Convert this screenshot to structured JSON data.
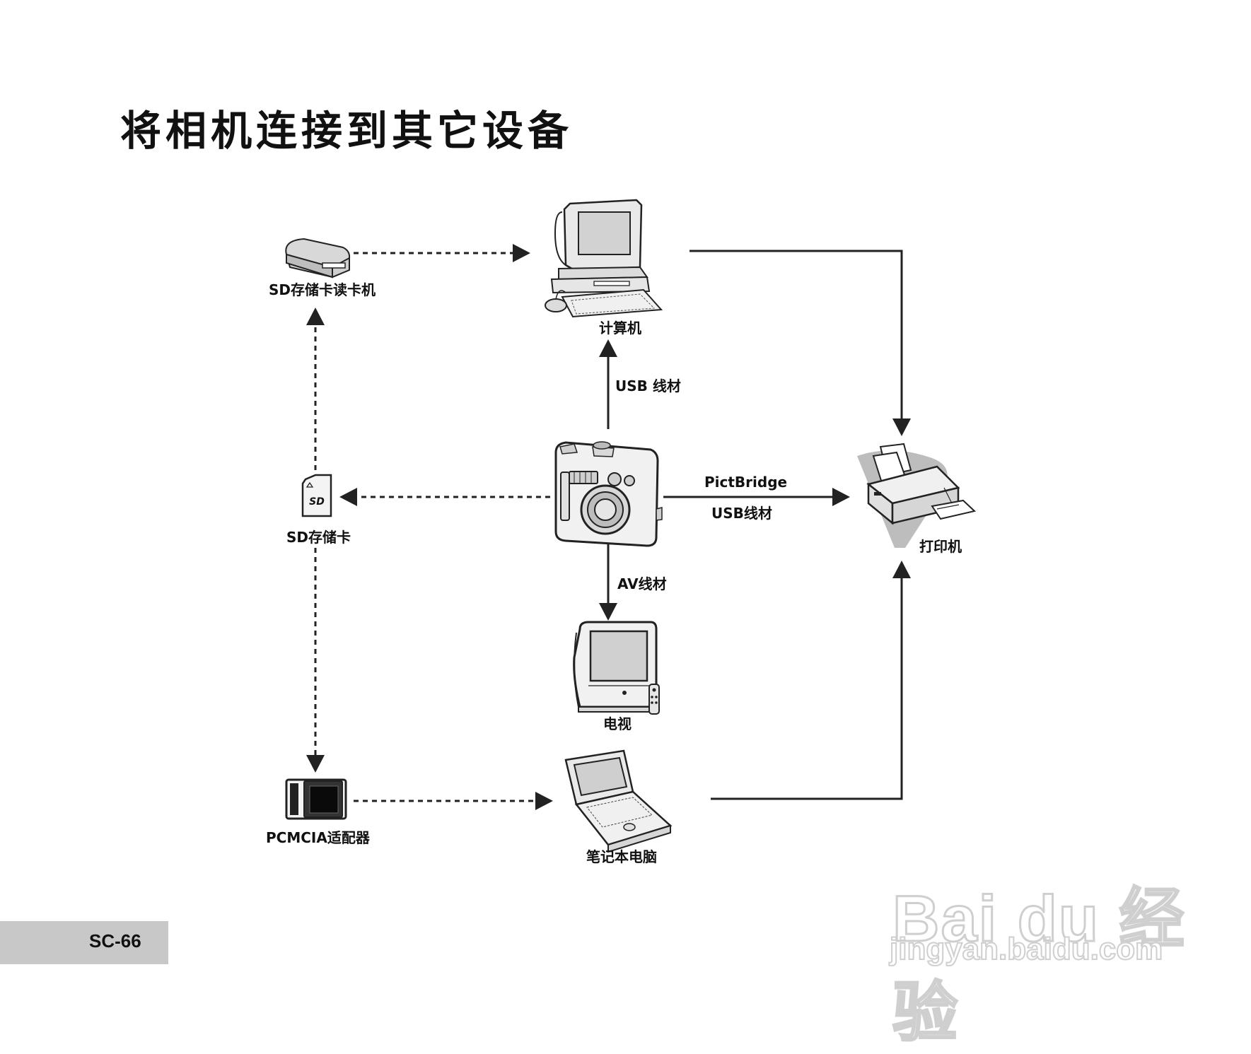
{
  "title": "将相机连接到其它设备",
  "nodes": {
    "sd_reader": "SD存储卡读卡机",
    "computer": "计算机",
    "sd_card": "SD存储卡",
    "printer": "打印机",
    "tv": "电视",
    "pcmcia": "PCMCIA适配器",
    "laptop": "笔记本电脑"
  },
  "edges": {
    "camera_to_computer": "USB 线材",
    "camera_to_printer_top": "PictBridge",
    "camera_to_printer_bottom": "USB线材",
    "camera_to_tv": "AV线材"
  },
  "sd_card_logo": "SD",
  "page_number": "SC-66",
  "watermark": {
    "brand": "Bai du 经验",
    "url": "jingyan.baidu.com"
  }
}
